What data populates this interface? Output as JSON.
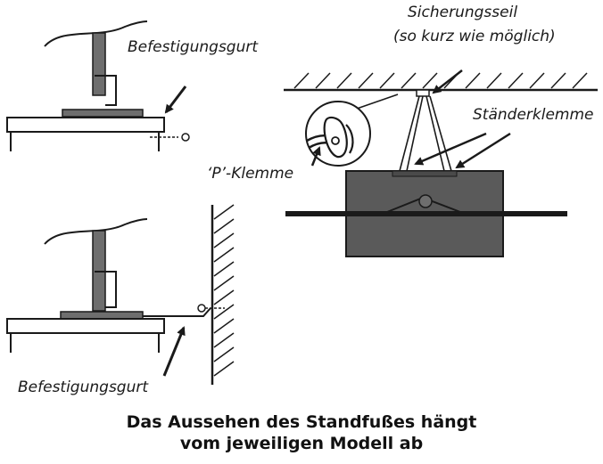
{
  "labels": {
    "strap_top": "Befestigungsgurt",
    "strap_bottom": "Befestigungsgurt",
    "safety_cord_line1": "Sicherungsseil",
    "safety_cord_line2": "(so kurz wie möglich)",
    "stand_clamp": "Ständerklemme",
    "p_clamp": "‘P’-Klemme"
  },
  "caption": {
    "line1": "Das Aussehen des Standfußes hängt",
    "line2": "vom jeweiligen Modell ab"
  },
  "colors": {
    "ink": "#1a1a1a",
    "tv_body": "#5a5a5a",
    "stand": "#6e6e6e"
  }
}
